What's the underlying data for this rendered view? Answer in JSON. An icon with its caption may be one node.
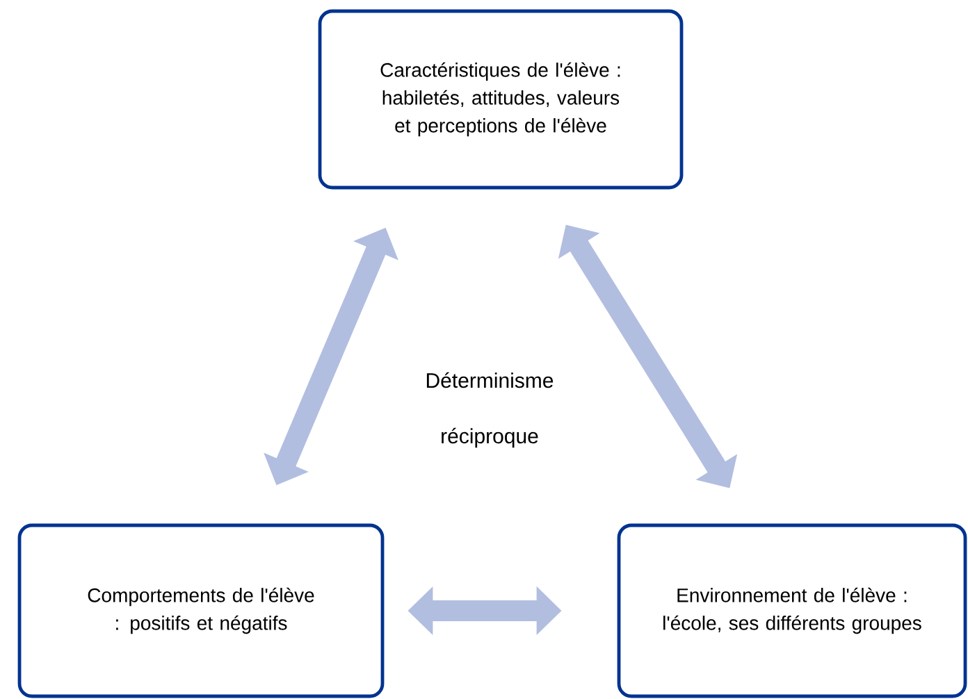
{
  "diagram": {
    "nodes": [
      {
        "text": [
          "Caractéristiques de l'élève : habiletés, attitudes, valeurs et perceptions de l'élève"
        ]
      },
      {
        "text": [
          "Comportements de l'élève : positifs et négatifs"
        ]
      },
      {
        "text": [
          "Environnement de l'élève : l'école, ses différents groupes"
        ]
      }
    ],
    "edges": [
      {
        "from": 1,
        "to": 0,
        "arrow": "both"
      },
      {
        "from": 0,
        "to": 2,
        "arrow": "both"
      },
      {
        "from": 1,
        "to": 2,
        "arrow": "both"
      }
    ],
    "labels": [
      "Déterminisme réciproque"
    ]
  }
}
